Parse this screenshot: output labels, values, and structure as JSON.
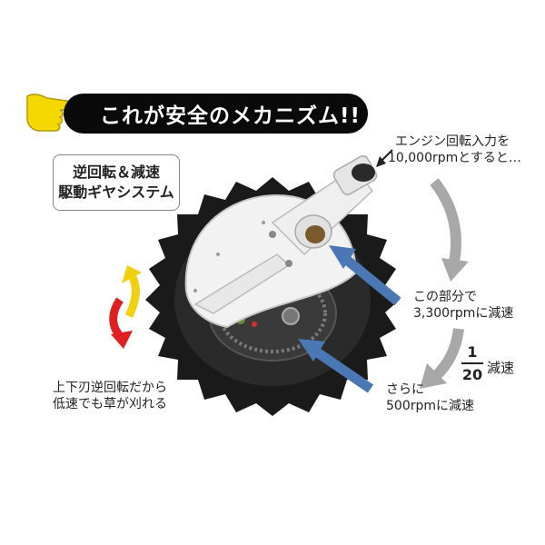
{
  "headline": "これが安全のメカニズム!!",
  "system_label": {
    "line1": "逆回転＆減速",
    "line2": "駆動ギヤシステム"
  },
  "engine_input": {
    "line1": "エンジン回転入力を",
    "line2": "10,000rpmとすると…"
  },
  "first_stage": {
    "line1": "この部分で",
    "line2": "3,300rpmに減速"
  },
  "ratio": {
    "numerator": "1",
    "denominator": "20",
    "suffix": "減速"
  },
  "second_stage": {
    "line1": "さらに",
    "line2": "500rpmに減速"
  },
  "blade_note": {
    "line1": "上下刃逆回転だから",
    "line2": "低速でも草が刈れる"
  },
  "colors": {
    "banner_bg": "#0a0a0a",
    "pointer_arrow": "#4a78b5",
    "gray_arrow": "#9a9a9a",
    "rotate_red": "#e02020",
    "rotate_yellow": "#f0d010",
    "hand_yellow": "#f5d800"
  }
}
